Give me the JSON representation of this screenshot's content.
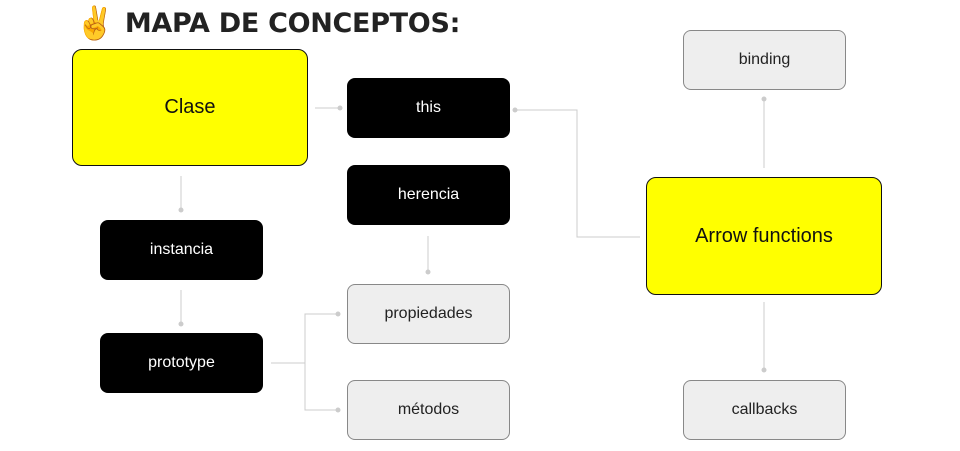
{
  "title": {
    "emoji": "✌️",
    "text": "MAPA DE CONCEPTOS:"
  },
  "nodes": {
    "clase": "Clase",
    "this": "this",
    "herencia": "herencia",
    "instancia": "instancia",
    "prototype": "prototype",
    "propiedades": "propiedades",
    "metodos": "métodos",
    "arrow_functions": "Arrow functions",
    "binding": "binding",
    "callbacks": "callbacks"
  },
  "colors": {
    "primary_node": "#ffff00",
    "dark_node": "#000000",
    "light_node": "#eeeeee",
    "connector": "#cccccc"
  }
}
